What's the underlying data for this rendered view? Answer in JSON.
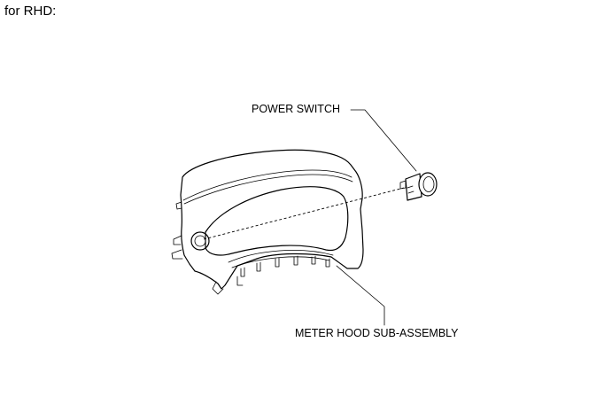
{
  "heading": "for RHD:",
  "labels": {
    "power_switch": "POWER SWITCH",
    "meter_hood": "METER HOOD SUB-ASSEMBLY"
  }
}
